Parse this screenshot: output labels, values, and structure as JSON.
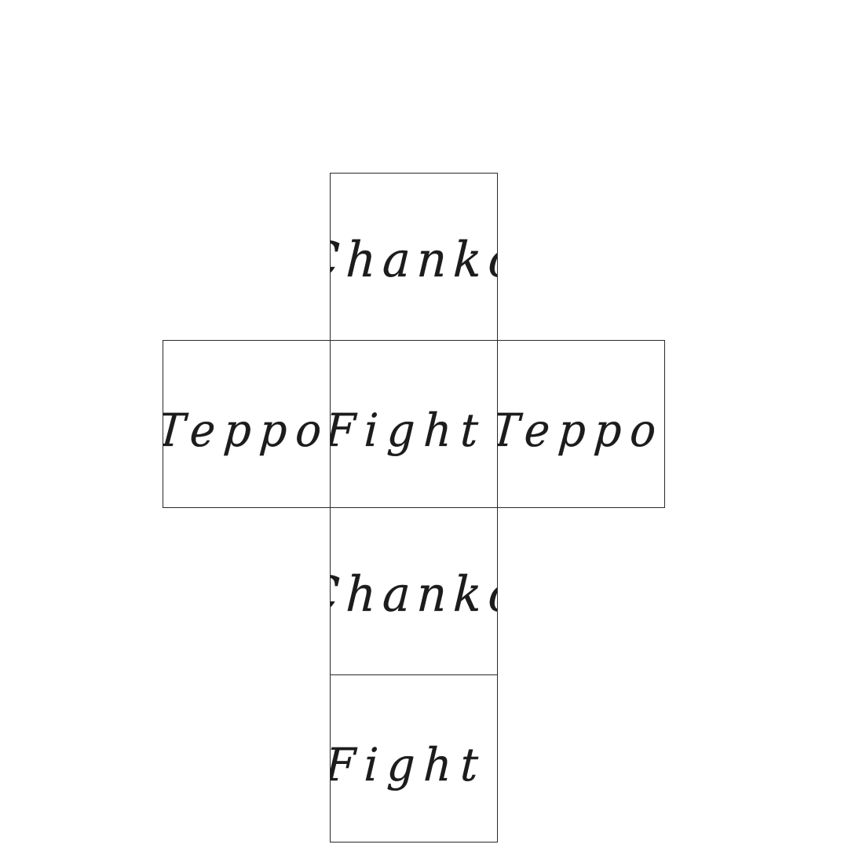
{
  "net": {
    "faces": {
      "top": "Chanko",
      "left": "Teppo",
      "center": "Fight",
      "right": "Teppo",
      "lower": "Chanko",
      "bottom": "Fight"
    },
    "colors": {
      "border": "#2a2a2a",
      "ink": "#1c1c1c",
      "background": "#ffffff"
    }
  }
}
